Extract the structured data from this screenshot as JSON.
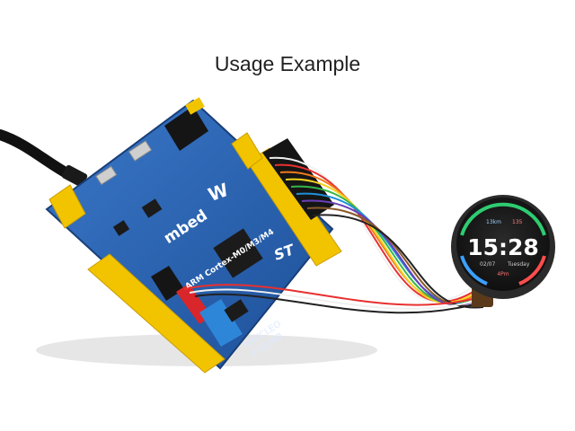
{
  "title": "Usage Example",
  "board": {
    "mbed_label": "mbed",
    "core_label": "ARM Cortex-M0/M3/M4",
    "brand_label": "W",
    "model_line1": "XNUCLEO",
    "model_line2": "-F103RB",
    "st_label": "ST",
    "color": "#2a64b4"
  },
  "display": {
    "time": "15:28",
    "date": "02/07",
    "weekday": "Tuesday",
    "top_left": "13km",
    "top_right": "135",
    "bottom": "4Pm",
    "ring_colors": [
      "#2ecc71",
      "#ff4d4d",
      "#3aa0ff"
    ]
  },
  "wire_colors": [
    "#f0f0f0",
    "#e83030",
    "#f07a1a",
    "#f5d21e",
    "#33b64a",
    "#1e8fd8",
    "#6a3fb8",
    "#8a5a2b",
    "#222222"
  ]
}
